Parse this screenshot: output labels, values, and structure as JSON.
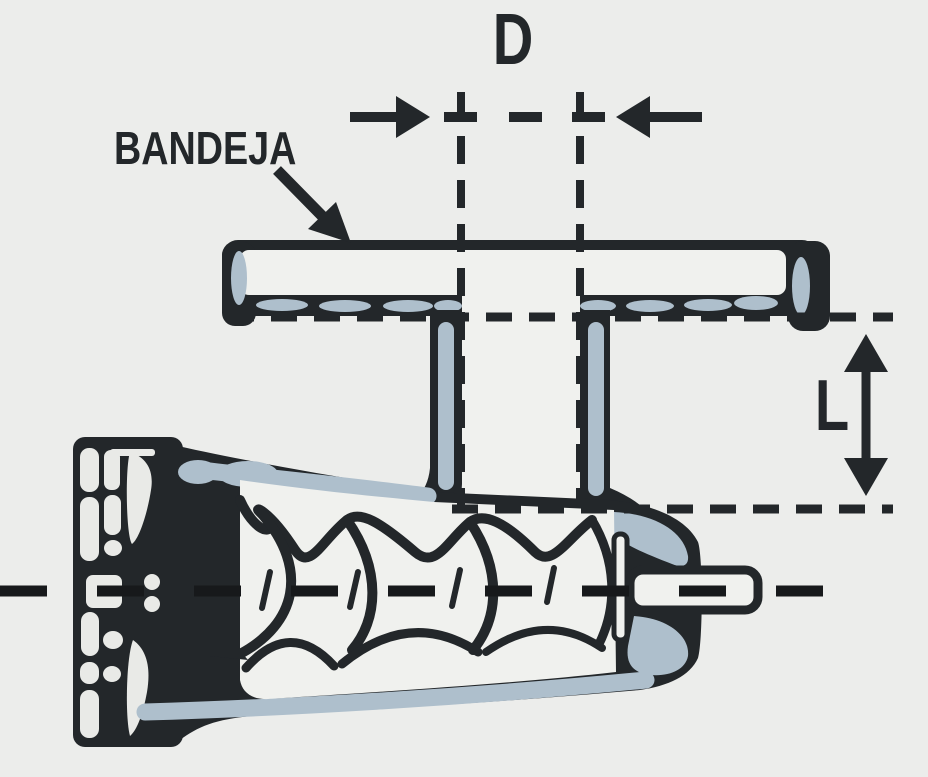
{
  "diagram": {
    "type": "technical-cross-section",
    "subject": "meat-grinder-feed-tube-dimensions",
    "labels": {
      "tray_label": "BANDEJA",
      "diameter_dim": "D",
      "length_dim": "L"
    },
    "annotations": {
      "diameter_note": "D marks the inner diameter of the vertical feed tube, measured between two dashed extension lines with opposing arrows",
      "length_note": "L marks the vertical height of the feed tube between two horizontal dashed datum lines, with a double-headed arrow",
      "tray_note": "BANDEJA label with arrow pointing to the top tray"
    },
    "colors": {
      "background": "#ecedeb",
      "ink": "#23272a",
      "metal_light": "#f0f1ee",
      "accent_blue_gray": "#aebfcc"
    }
  }
}
